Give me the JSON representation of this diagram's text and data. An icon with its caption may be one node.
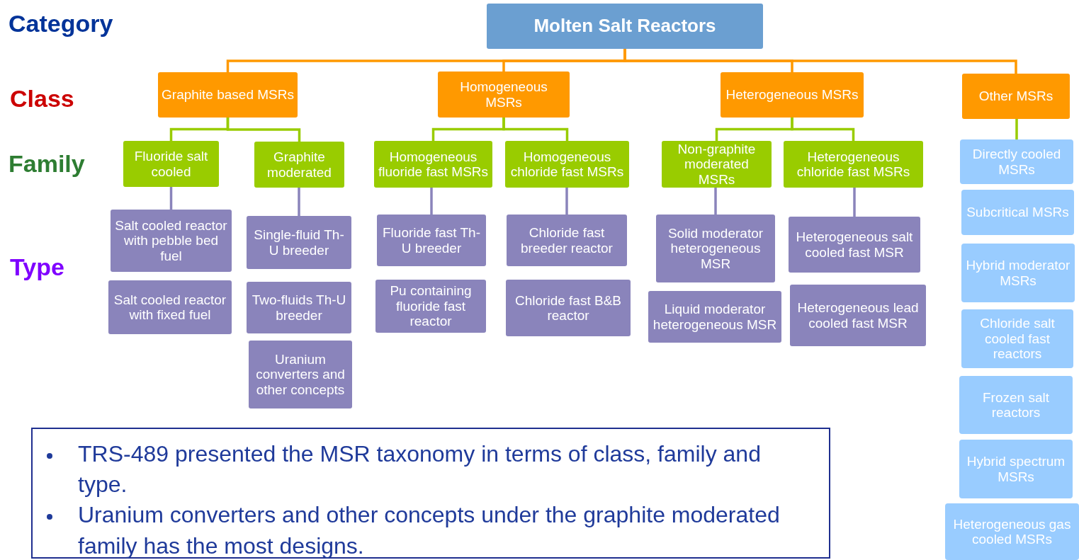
{
  "diagram": {
    "nodes": [
      {
        "text": [
          "Molten Salt Reactors"
        ]
      },
      {
        "text": [
          "Graphite based MSRs"
        ]
      },
      {
        "text": [
          "Homogeneous MSRs"
        ]
      },
      {
        "text": [
          "Heterogeneous MSRs"
        ]
      },
      {
        "text": [
          "Other MSRs"
        ]
      },
      {
        "text": [
          "Fluoride salt cooled"
        ]
      },
      {
        "text": [
          "Graphite moderated"
        ]
      },
      {
        "text": [
          "Homogeneous fluoride fast MSRs"
        ]
      },
      {
        "text": [
          "Homogeneous chloride fast MSRs"
        ]
      },
      {
        "text": [
          "Non-graphite moderated MSRs"
        ]
      },
      {
        "text": [
          "Heterogeneous chloride fast MSRs"
        ]
      },
      {
        "text": [
          "Salt cooled reactor with pebble bed fuel"
        ]
      },
      {
        "text": [
          "Salt cooled reactor with fixed fuel"
        ]
      },
      {
        "text": [
          "Single-fluid Th-U breeder"
        ]
      },
      {
        "text": [
          "Two-fluids Th-U breeder"
        ]
      },
      {
        "text": [
          "Uranium converters and other concepts"
        ]
      },
      {
        "text": [
          "Fluoride fast Th-U breeder"
        ]
      },
      {
        "text": [
          "Pu containing fluoride fast reactor"
        ]
      },
      {
        "text": [
          "Chloride fast breeder reactor"
        ]
      },
      {
        "text": [
          "Chloride fast B&B reactor"
        ]
      },
      {
        "text": [
          "Solid moderator heterogeneous MSR"
        ]
      },
      {
        "text": [
          "Liquid moderator heterogeneous MSR"
        ]
      },
      {
        "text": [
          "Heterogeneous salt cooled fast MSR"
        ]
      },
      {
        "text": [
          "Heterogeneous lead cooled fast MSR"
        ]
      },
      {
        "text": [
          "Directly cooled MSRs"
        ]
      },
      {
        "text": [
          "Subcritical MSRs"
        ]
      },
      {
        "text": [
          "Hybrid moderator MSRs"
        ]
      },
      {
        "text": [
          "Chloride salt cooled fast reactors"
        ]
      },
      {
        "text": [
          "Frozen salt reactors"
        ]
      },
      {
        "text": [
          "Hybrid spectrum MSRs"
        ]
      },
      {
        "text": [
          "Heterogeneous gas cooled MSRs"
        ]
      },
      {
        "text": [
          "TRS-489 presented the MSR taxonomy in terms of class, family and type.",
          "Uranium converters and other concepts under the graphite moderated family has the most designs."
        ]
      }
    ],
    "edges": [
      {
        "from": 0,
        "to": 1,
        "arrow": "none",
        "color": "#ff9900"
      },
      {
        "from": 0,
        "to": 2,
        "arrow": "none",
        "color": "#ff9900"
      },
      {
        "from": 0,
        "to": 3,
        "arrow": "none",
        "color": "#ff9900"
      },
      {
        "from": 0,
        "to": 4,
        "arrow": "none",
        "color": "#ff9900"
      },
      {
        "from": 1,
        "to": 5,
        "arrow": "none"
      },
      {
        "from": 1,
        "to": 6,
        "arrow": "none"
      },
      {
        "from": 2,
        "to": 7,
        "arrow": "none"
      },
      {
        "from": 2,
        "to": 8,
        "arrow": "none"
      },
      {
        "from": 3,
        "to": 9,
        "arrow": "none"
      },
      {
        "from": 3,
        "to": 10,
        "arrow": "none"
      },
      {
        "from": 4,
        "to": 24,
        "arrow": "none"
      },
      {
        "from": 5,
        "to": 11,
        "arrow": "none",
        "color": "#8a84bb"
      },
      {
        "from": 6,
        "to": 13,
        "arrow": "none",
        "color": "#8a84bb"
      },
      {
        "from": 7,
        "to": 16,
        "arrow": "none",
        "color": "#8a84bb"
      },
      {
        "from": 8,
        "to": 18,
        "arrow": "none",
        "color": "#8a84bb"
      },
      {
        "from": 9,
        "to": 20,
        "arrow": "none",
        "color": "#8a84bb"
      },
      {
        "from": 10,
        "to": 22,
        "arrow": "none",
        "color": "#8a84bb"
      }
    ],
    "labels": [
      "Category",
      "Class",
      "Family",
      "Type"
    ]
  }
}
